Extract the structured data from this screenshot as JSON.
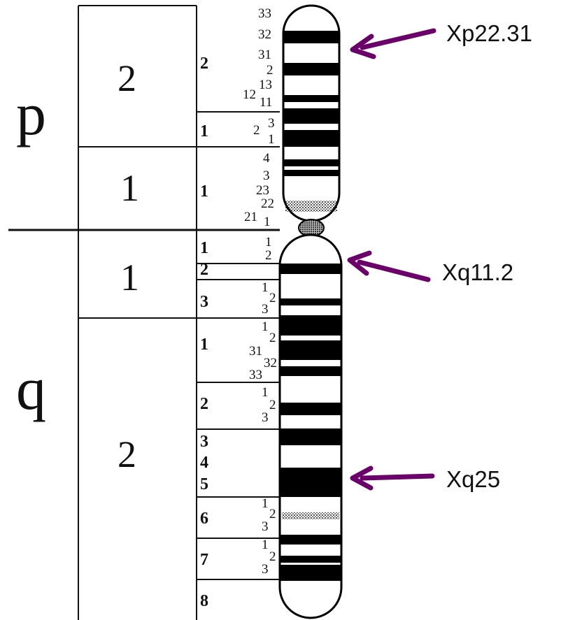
{
  "arms": {
    "p": "p",
    "q": "q"
  },
  "regions": {
    "p2": "2",
    "p1": "1",
    "q1": "1",
    "q2": "2"
  },
  "bands": {
    "p22": "2",
    "p21": "1",
    "p11": "1",
    "q11": "1",
    "q12": "2",
    "q13": "3",
    "q21": "1",
    "q22": "2",
    "q23": "3",
    "q24": "4",
    "q25": "5",
    "q26": "6",
    "q27": "7",
    "q28": "8"
  },
  "sub_bands": [
    "33",
    "32",
    "31",
    "2",
    "13",
    "12",
    "11",
    "3",
    "2",
    "1",
    "4",
    "3",
    "23",
    "22",
    "21",
    "1",
    "1",
    "2",
    "1",
    "2",
    "3",
    "1",
    "2",
    "31",
    "32",
    "33",
    "1",
    "2",
    "3",
    "1",
    "2",
    "3",
    "1",
    "2",
    "3"
  ],
  "annotations": [
    {
      "label": "Xp22.31",
      "color": "#6b006b"
    },
    {
      "label": "Xq11.2",
      "color": "#6b006b"
    },
    {
      "label": "Xq25",
      "color": "#6b006b"
    }
  ]
}
